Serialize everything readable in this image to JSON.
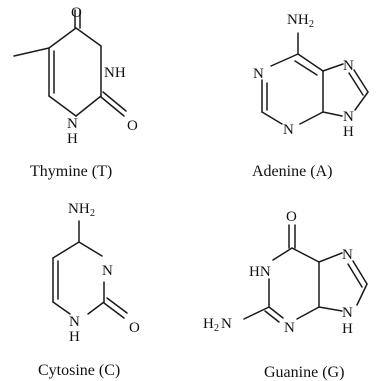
{
  "molecules": {
    "thymine": {
      "caption": "Thymine (T)",
      "atoms": {
        "o_top": "O",
        "nh_right": "NH",
        "n_bottom": "N",
        "h_bottom": "H",
        "o_right": "O"
      }
    },
    "adenine": {
      "caption": "Adenine (A)",
      "atoms": {
        "nh2": "NH",
        "nh2_sub": "2",
        "n1": "N",
        "n3": "N",
        "n7": "N",
        "n9": "N",
        "h9": "H"
      }
    },
    "cytosine": {
      "caption": "Cytosine (C)",
      "atoms": {
        "nh2": "NH",
        "nh2_sub": "2",
        "n3": "N",
        "n1": "N",
        "h1": "H",
        "o2": "O"
      }
    },
    "guanine": {
      "caption": "Guanine (G)",
      "atoms": {
        "o6": "O",
        "hn1": "HN",
        "h2n": "H",
        "h2n_sub": "2",
        "h2n_n": "N",
        "n3": "N",
        "n7": "N",
        "n9": "N",
        "h9": "H"
      }
    }
  }
}
